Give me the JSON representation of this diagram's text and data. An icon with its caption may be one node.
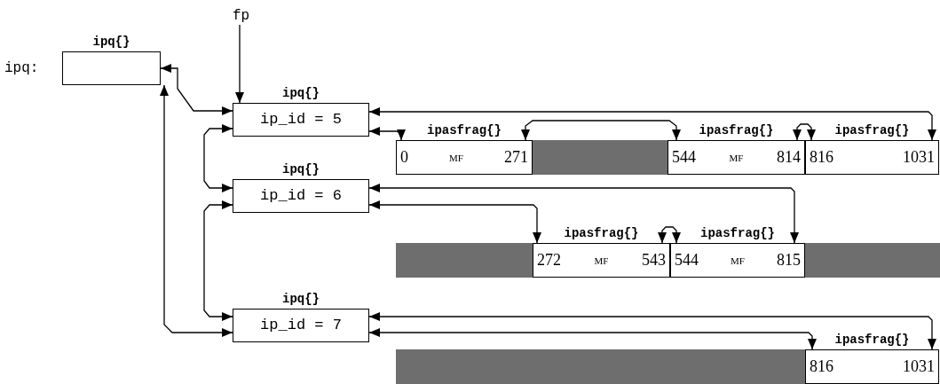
{
  "diagram": {
    "nodes": [
      {
        "text": [
          "ipq{}"
        ],
        "beside": [
          "ipq:"
        ]
      },
      {
        "text": [
          "fp"
        ]
      },
      {
        "text": [
          "ipq{}",
          "ip_id = 5"
        ]
      },
      {
        "text": [
          "ipasfrag{}",
          "0",
          "MF",
          "271"
        ]
      },
      {
        "text": [
          "ipasfrag{}",
          "544",
          "MF",
          "814"
        ]
      },
      {
        "text": [
          "ipasfrag{}",
          "816",
          "1031"
        ]
      },
      {
        "text": [
          "ipq{}",
          "ip_id = 6"
        ]
      },
      {
        "text": [
          "ipasfrag{}",
          "272",
          "MF",
          "543"
        ]
      },
      {
        "text": [
          "ipasfrag{}",
          "544",
          "MF",
          "815"
        ]
      },
      {
        "text": [
          "ipq{}",
          "ip_id = 7"
        ]
      },
      {
        "text": [
          "ipasfrag{}",
          "816",
          "1031"
        ]
      },
      {
        "text": [],
        "shape": "bar"
      },
      {
        "text": [],
        "shape": "bar"
      },
      {
        "text": [],
        "shape": "bar"
      },
      {
        "text": [],
        "shape": "bar"
      }
    ],
    "edges": [
      {
        "from": 0,
        "to": 2,
        "arrow": "both"
      },
      {
        "from": 1,
        "to": 2,
        "arrow": "to"
      },
      {
        "from": 2,
        "to": 3,
        "arrow": "both"
      },
      {
        "from": 2,
        "to": 5,
        "arrow": "both"
      },
      {
        "from": 3,
        "to": 4,
        "arrow": "both"
      },
      {
        "from": 4,
        "to": 5,
        "arrow": "both"
      },
      {
        "from": 2,
        "to": 6,
        "arrow": "both"
      },
      {
        "from": 6,
        "to": 7,
        "arrow": "both"
      },
      {
        "from": 6,
        "to": 8,
        "arrow": "both"
      },
      {
        "from": 7,
        "to": 8,
        "arrow": "both"
      },
      {
        "from": 6,
        "to": 9,
        "arrow": "both"
      },
      {
        "from": 0,
        "to": 9,
        "arrow": "both"
      },
      {
        "from": 9,
        "to": 10,
        "arrow": "both"
      },
      {
        "from": 9,
        "to": 10,
        "arrow": "both"
      }
    ]
  }
}
